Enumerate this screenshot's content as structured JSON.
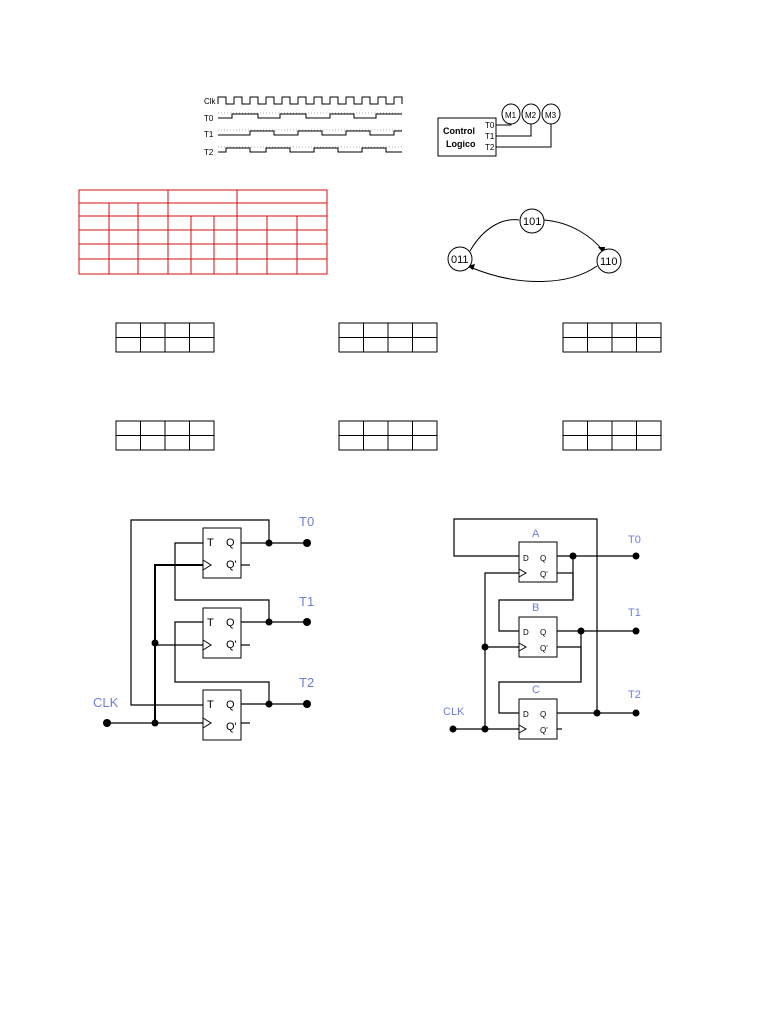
{
  "timing": {
    "clk": "Clk",
    "t0": "T0",
    "t1": "T1",
    "t2": "T2"
  },
  "control": {
    "line1": "Control",
    "line2": "Logico",
    "out0": "T0",
    "out1": "T1",
    "out2": "T2",
    "m1": "M1",
    "m2": "M2",
    "m3": "M3"
  },
  "states": {
    "s1": "101",
    "s2": "110",
    "s3": "011"
  },
  "t_circuit": {
    "ff1": {
      "t": "T",
      "q": "Q",
      "qn": "Q'"
    },
    "ff2": {
      "t": "T",
      "q": "Q",
      "qn": "Q'"
    },
    "ff3": {
      "t": "T",
      "q": "Q",
      "qn": "Q'"
    },
    "out0": "T0",
    "out1": "T1",
    "out2": "T2",
    "clk": "CLK"
  },
  "d_circuit": {
    "a": "A",
    "b": "B",
    "c": "C",
    "ffa": {
      "d": "D",
      "q": "Q",
      "qn": "Q'"
    },
    "ffb": {
      "d": "D",
      "q": "Q",
      "qn": "Q'"
    },
    "ffc": {
      "d": "D",
      "q": "Q",
      "qn": "Q'"
    },
    "out0": "T0",
    "out1": "T1",
    "out2": "T2",
    "clk": "CLK"
  }
}
